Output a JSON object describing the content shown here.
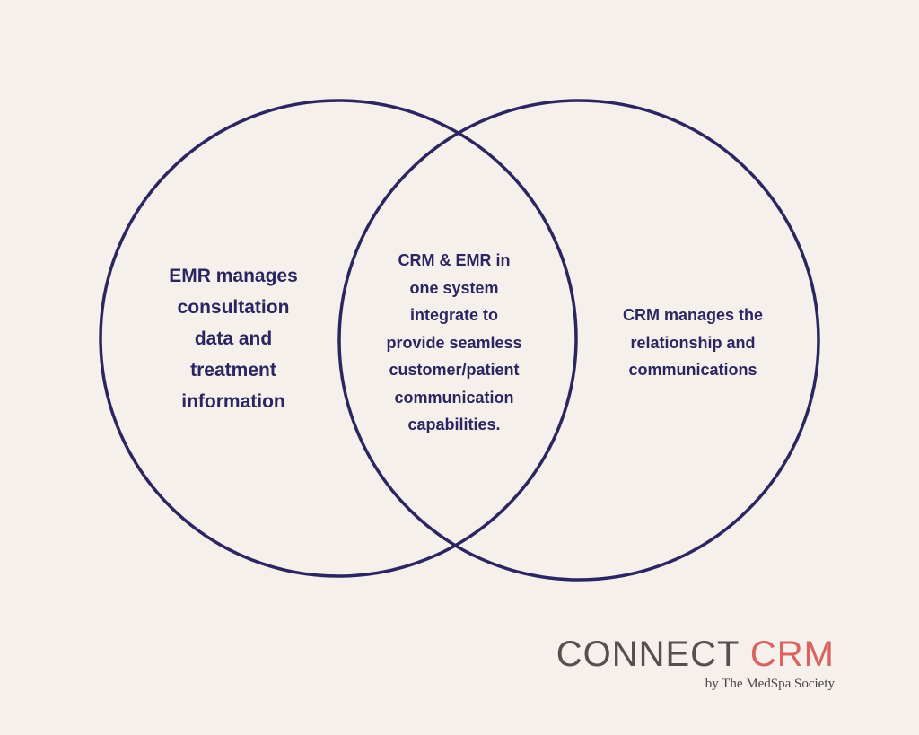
{
  "colors": {
    "background": "#f5f0ec",
    "outline": "#2b2560",
    "text": "#2b2560",
    "logo_primary": "#55504f",
    "logo_accent": "#d9645f"
  },
  "venn": {
    "left": {
      "lines": [
        "EMR manages",
        "consultation",
        "data and",
        "treatment",
        "information"
      ]
    },
    "overlap": {
      "lines": [
        "CRM & EMR in",
        "one system",
        "integrate to",
        "provide seamless",
        "customer/patient",
        "communication",
        "capabilities."
      ]
    },
    "right": {
      "lines": [
        "CRM manages the",
        "relationship and",
        "communications"
      ]
    }
  },
  "logo": {
    "word1": "CONNECT",
    "word2": "CRM",
    "tagline": "by The MedSpa Society"
  }
}
